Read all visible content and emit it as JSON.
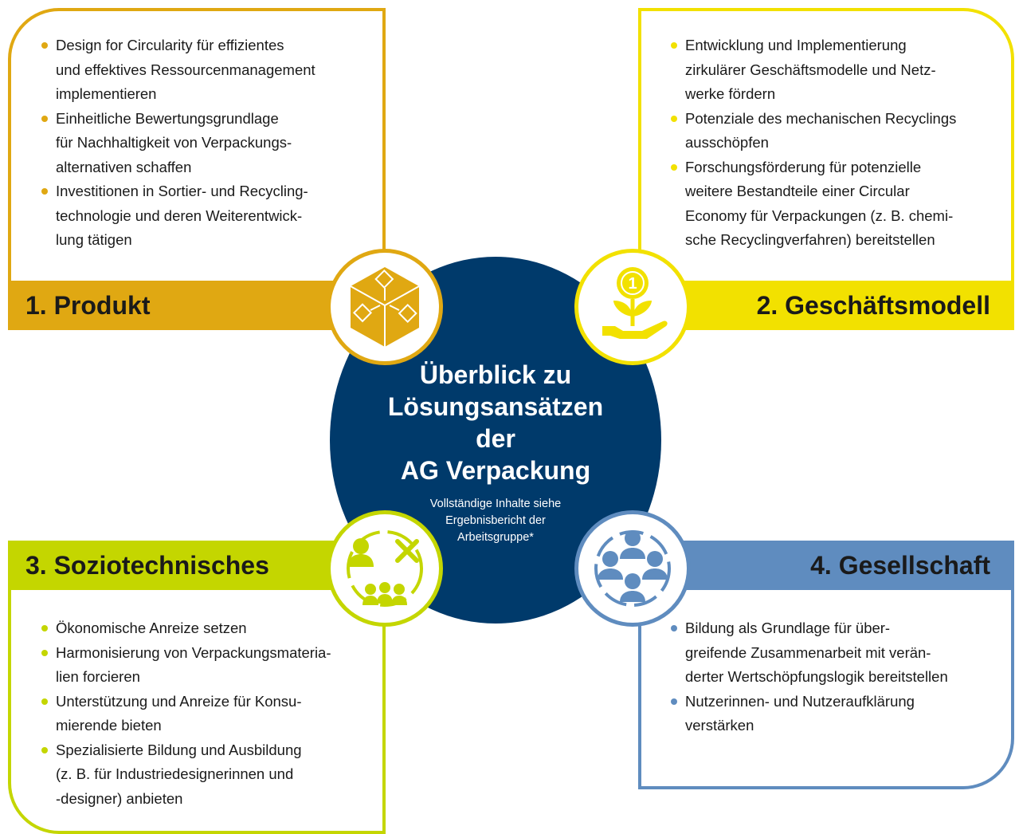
{
  "colors": {
    "produkt": "#e0a812",
    "geschaeftsmodell": "#f2e100",
    "soziotechnisches": "#c4d600",
    "gesellschaft": "#5f8cbf",
    "center": "#003a6b"
  },
  "center": {
    "title_lines": [
      "Überblick zu",
      "Lösungsansätzen der",
      "AG Verpackung"
    ],
    "subtitle_lines": [
      "Vollständige Inhalte siehe",
      "Ergebnisbericht der",
      "Arbeitsgruppe*"
    ]
  },
  "quadrants": [
    {
      "title": "1. Produkt",
      "icon": "cube-network-icon",
      "bullets": [
        [
          "Design for Circularity für effizientes",
          "und effektives Ressourcenmanagement",
          "implementieren"
        ],
        [
          "Einheitliche Bewertungsgrundlage",
          "für Nachhaltigkeit von Verpackungs-",
          "alternativen schaffen"
        ],
        [
          "Investitionen in Sortier- und Recycling-",
          "technologie und deren Weiterentwick-",
          "lung tätigen"
        ]
      ]
    },
    {
      "title": "2. Geschäftsmodell",
      "icon": "money-plant-hand-icon",
      "bullets": [
        [
          "Entwicklung und Implementierung",
          "zirkulärer Geschäftsmodelle und Netz-",
          "werke fördern"
        ],
        [
          "Potenziale des mechanischen Recyclings",
          "ausschöpfen"
        ],
        [
          "Forschungsförderung für potenzielle",
          "weitere Bestandteile einer Circular",
          "Economy für Verpackungen (z. B. chemi-",
          "sche Recyclingverfahren) bereitstellen"
        ]
      ]
    },
    {
      "title": "3. Soziotechnisches",
      "icon": "people-tools-icon",
      "bullets": [
        [
          "Ökonomische Anreize setzen"
        ],
        [
          "Harmonisierung von Verpackungsmateria-",
          "lien forcieren"
        ],
        [
          "Unterstützung und Anreize für Konsu-",
          "mierende bieten"
        ],
        [
          "Spezialisierte Bildung und Ausbildung",
          "(z. B. für Industriedesignerinnen und",
          "-designer) anbieten"
        ]
      ]
    },
    {
      "title": "4. Gesellschaft",
      "icon": "people-group-icon",
      "bullets": [
        [
          "Bildung als Grundlage für über-",
          "greifende Zusammenarbeit mit verän-",
          "derter Wertschöpfungslogik bereitstellen"
        ],
        [
          "Nutzerinnen- und Nutzeraufklärung",
          "verstärken"
        ]
      ]
    }
  ]
}
